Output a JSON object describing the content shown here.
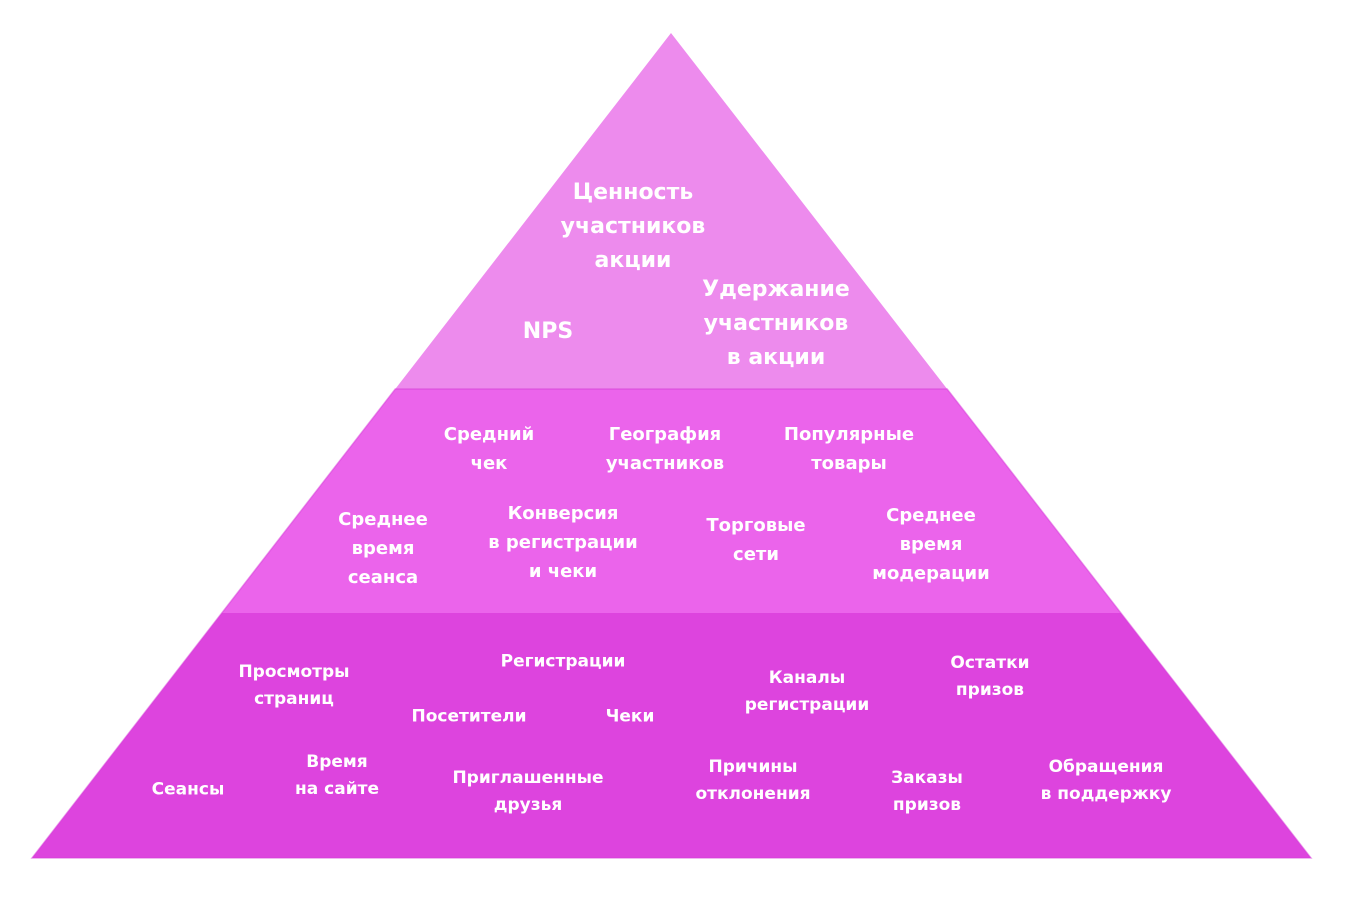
{
  "diagram": {
    "type": "pyramid",
    "colors": {
      "tier_top": "#ed8bed",
      "tier_middle": "#eb64eb",
      "tier_bottom": "#dd44de",
      "edge": "#d63bd8",
      "text": "#ffffff",
      "background": "#ffffff"
    },
    "tiers": [
      {
        "name": "top",
        "labels": [
          "Ценность\nучастников\nакции",
          "NPS",
          "Удержание\nучастников\nв акции"
        ]
      },
      {
        "name": "middle",
        "labels": [
          "Средний\nчек",
          "География\nучастников",
          "Популярные\nтовары",
          "Среднее\nвремя\nсеанса",
          "Конверсия\nв регистрации\nи чеки",
          "Торговые\nсети",
          "Среднее\nвремя\nмодерации"
        ]
      },
      {
        "name": "bottom",
        "labels": [
          "Просмотры\nстраниц",
          "Регистрации",
          "Посетители",
          "Чеки",
          "Каналы\nрегистрации",
          "Остатки\nпризов",
          "Сеансы",
          "Время\nна сайте",
          "Приглашенные\nдрузья",
          "Причины\nотклонения",
          "Заказы\nпризов",
          "Обращения\nв поддержку"
        ]
      }
    ]
  }
}
